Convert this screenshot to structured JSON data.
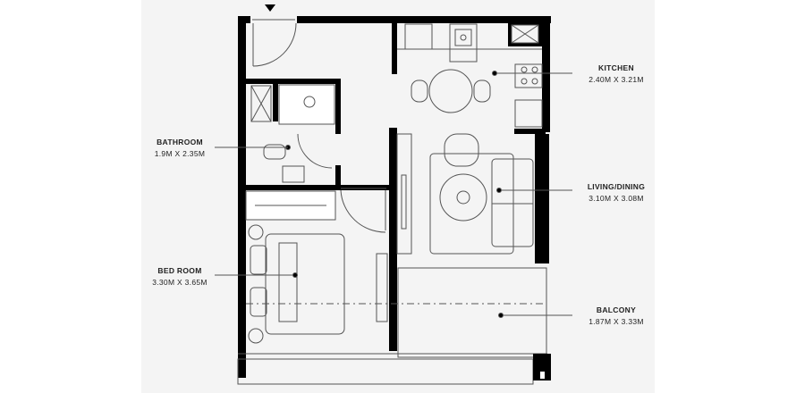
{
  "diagram": {
    "type": "floor_plan",
    "background_color": "#ffffff",
    "panel_color": "#f4f4f4",
    "wall_color": "#000000",
    "line_color": "#555555",
    "entrance_marker": "triangle-down"
  },
  "rooms": [
    {
      "id": "kitchen",
      "name": "KITCHEN",
      "dimensions": "2.40M X 3.21M"
    },
    {
      "id": "bathroom",
      "name": "BATHROOM",
      "dimensions": "1.9M X 2.35M"
    },
    {
      "id": "living_dining",
      "name": "LIVING/DINING",
      "dimensions": "3.10M X 3.08M"
    },
    {
      "id": "bedroom",
      "name": "BED ROOM",
      "dimensions": "3.30M X 3.65M"
    },
    {
      "id": "balcony",
      "name": "BALCONY",
      "dimensions": "1.87M X 3.33M"
    }
  ]
}
